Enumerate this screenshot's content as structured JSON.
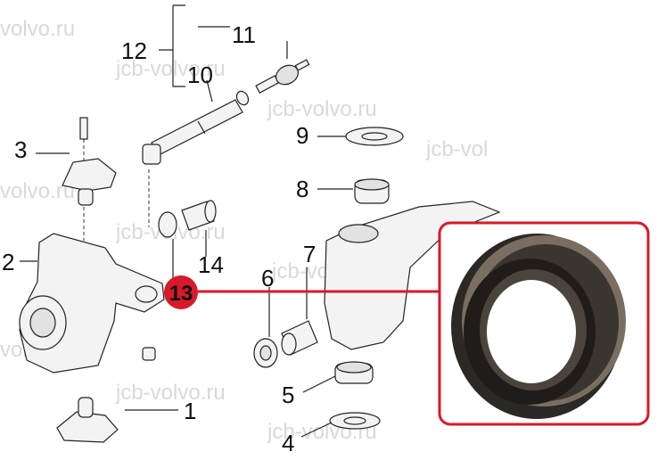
{
  "watermarks": [
    "volvo.ru",
    "jcb-volvo.ru",
    "jcb-volvo.ru",
    "jcb-vol",
    "volvo.ru",
    "jcb-volvo.ru",
    "jcb-volvo.ru",
    "volvo.ru",
    "jcb-volvo.ru",
    "jcb-volvo.ru"
  ],
  "callouts": {
    "c1": "1",
    "c2": "2",
    "c3": "3",
    "c4": "4",
    "c5": "5",
    "c6": "6",
    "c7": "7",
    "c8": "8",
    "c9": "9",
    "c10": "10",
    "c11": "11",
    "c12": "12",
    "c13": "13",
    "c14": "14"
  },
  "highlighted_part": "13",
  "colors": {
    "highlight": "#d7192a",
    "outline": "#222222",
    "seal_rubber": "#2b2825",
    "part_fill": "#f3f3f3"
  }
}
